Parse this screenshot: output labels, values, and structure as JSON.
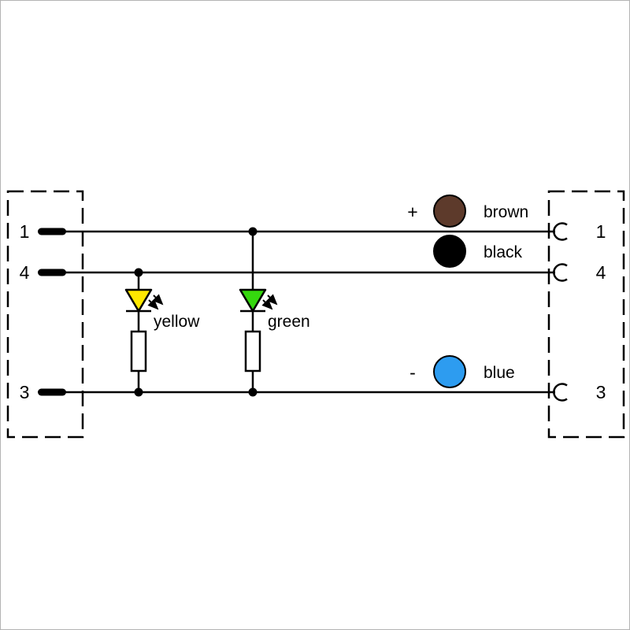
{
  "figure": {
    "background": "#ffffff",
    "border_color": "#b3b3b3"
  },
  "colors": {
    "wire": "#000000",
    "brown": "#5d3a2b",
    "black": "#000000",
    "blue": "#2d9cf0",
    "yellow": "#ffe800",
    "green": "#35d80e",
    "resistor_fill": "#ffffff"
  },
  "left_connector": {
    "pin1": "1",
    "pin4": "4",
    "pin3": "3"
  },
  "right_connector": {
    "pin1": "1",
    "pin4": "4",
    "pin3": "3"
  },
  "leds": {
    "yellow_label": "yellow",
    "green_label": "green"
  },
  "legend": {
    "plus": "+",
    "minus": "-",
    "brown": "brown",
    "black": "black",
    "blue": "blue"
  }
}
